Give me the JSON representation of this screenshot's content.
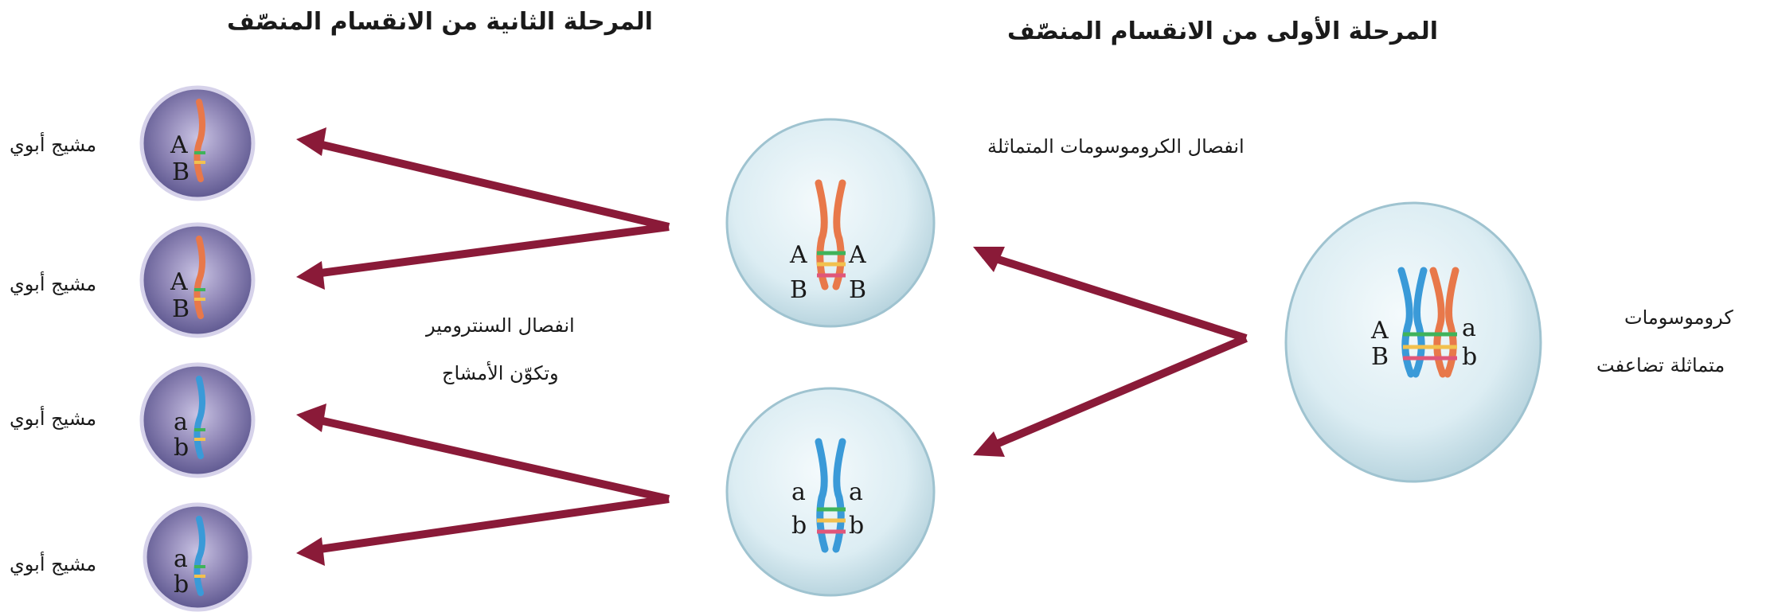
{
  "titles": {
    "meiosis1": "المرحلة الأولى من الانقسام المنصّف",
    "meiosis2": "المرحلة الثانية من الانقسام المنصّف"
  },
  "labels": {
    "homologous_duplicated": [
      "كروموسومات",
      "متماثلة تضاعفت"
    ],
    "homologous_separation": "انفصال الكروموسومات المتماثلة",
    "centromere_separation": [
      "انفصال السنترومير",
      "وتكوّن الأمشاج"
    ],
    "gametes": [
      "مشيج أبوي",
      "مشيج أبوي",
      "مشيج أبوي",
      "مشيج أبوي"
    ]
  },
  "alleles": {
    "parent_left": [
      "A",
      "B"
    ],
    "parent_right": [
      "a",
      "b"
    ],
    "cell_top": [
      "A",
      "A",
      "B",
      "B"
    ],
    "cell_bottom": [
      "a",
      "a",
      "b",
      "b"
    ],
    "gamete_1": [
      "A",
      "B"
    ],
    "gamete_2": [
      "A",
      "B"
    ],
    "gamete_3": [
      "a",
      "b"
    ],
    "gamete_4": [
      "a",
      "b"
    ]
  },
  "colors": {
    "arrow": "#8a1a38",
    "maternal_chromosome": "#e8784a",
    "paternal_chromosome": "#3a9ad8",
    "cell_fill": "#dfeff4",
    "gamete_fill": "#8f86b6"
  }
}
